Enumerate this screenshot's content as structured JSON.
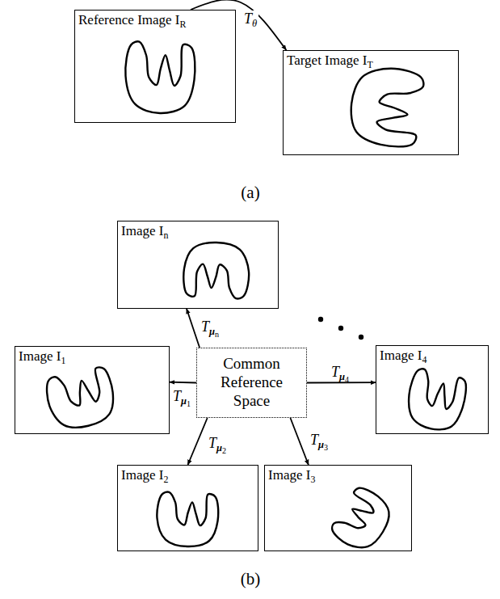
{
  "diagram": {
    "nodes": [
      {
        "text": [
          "Reference Image IR"
        ]
      },
      {
        "text": [
          "Target Image IT"
        ]
      },
      {
        "text": [
          "Common Reference Space"
        ]
      },
      {
        "text": [
          "Image In"
        ]
      },
      {
        "text": [
          "Image I1"
        ]
      },
      {
        "text": [
          "Image I4"
        ]
      },
      {
        "text": [
          "Image I2"
        ]
      },
      {
        "text": [
          "Image I3"
        ]
      }
    ],
    "edges": [
      {
        "from": 0,
        "to": 1,
        "arrow": "to",
        "label": "Tθ"
      },
      {
        "from": 2,
        "to": 3,
        "arrow": "to",
        "label": "Tμn"
      },
      {
        "from": 2,
        "to": 4,
        "arrow": "to",
        "label": "Tμ1"
      },
      {
        "from": 2,
        "to": 5,
        "arrow": "to",
        "label": "Tμ4"
      },
      {
        "from": 2,
        "to": 6,
        "arrow": "to",
        "label": "Tμ2"
      },
      {
        "from": 2,
        "to": 7,
        "arrow": "to",
        "label": "Tμ3"
      }
    ],
    "labels": [
      "(a)",
      "(b)"
    ]
  }
}
